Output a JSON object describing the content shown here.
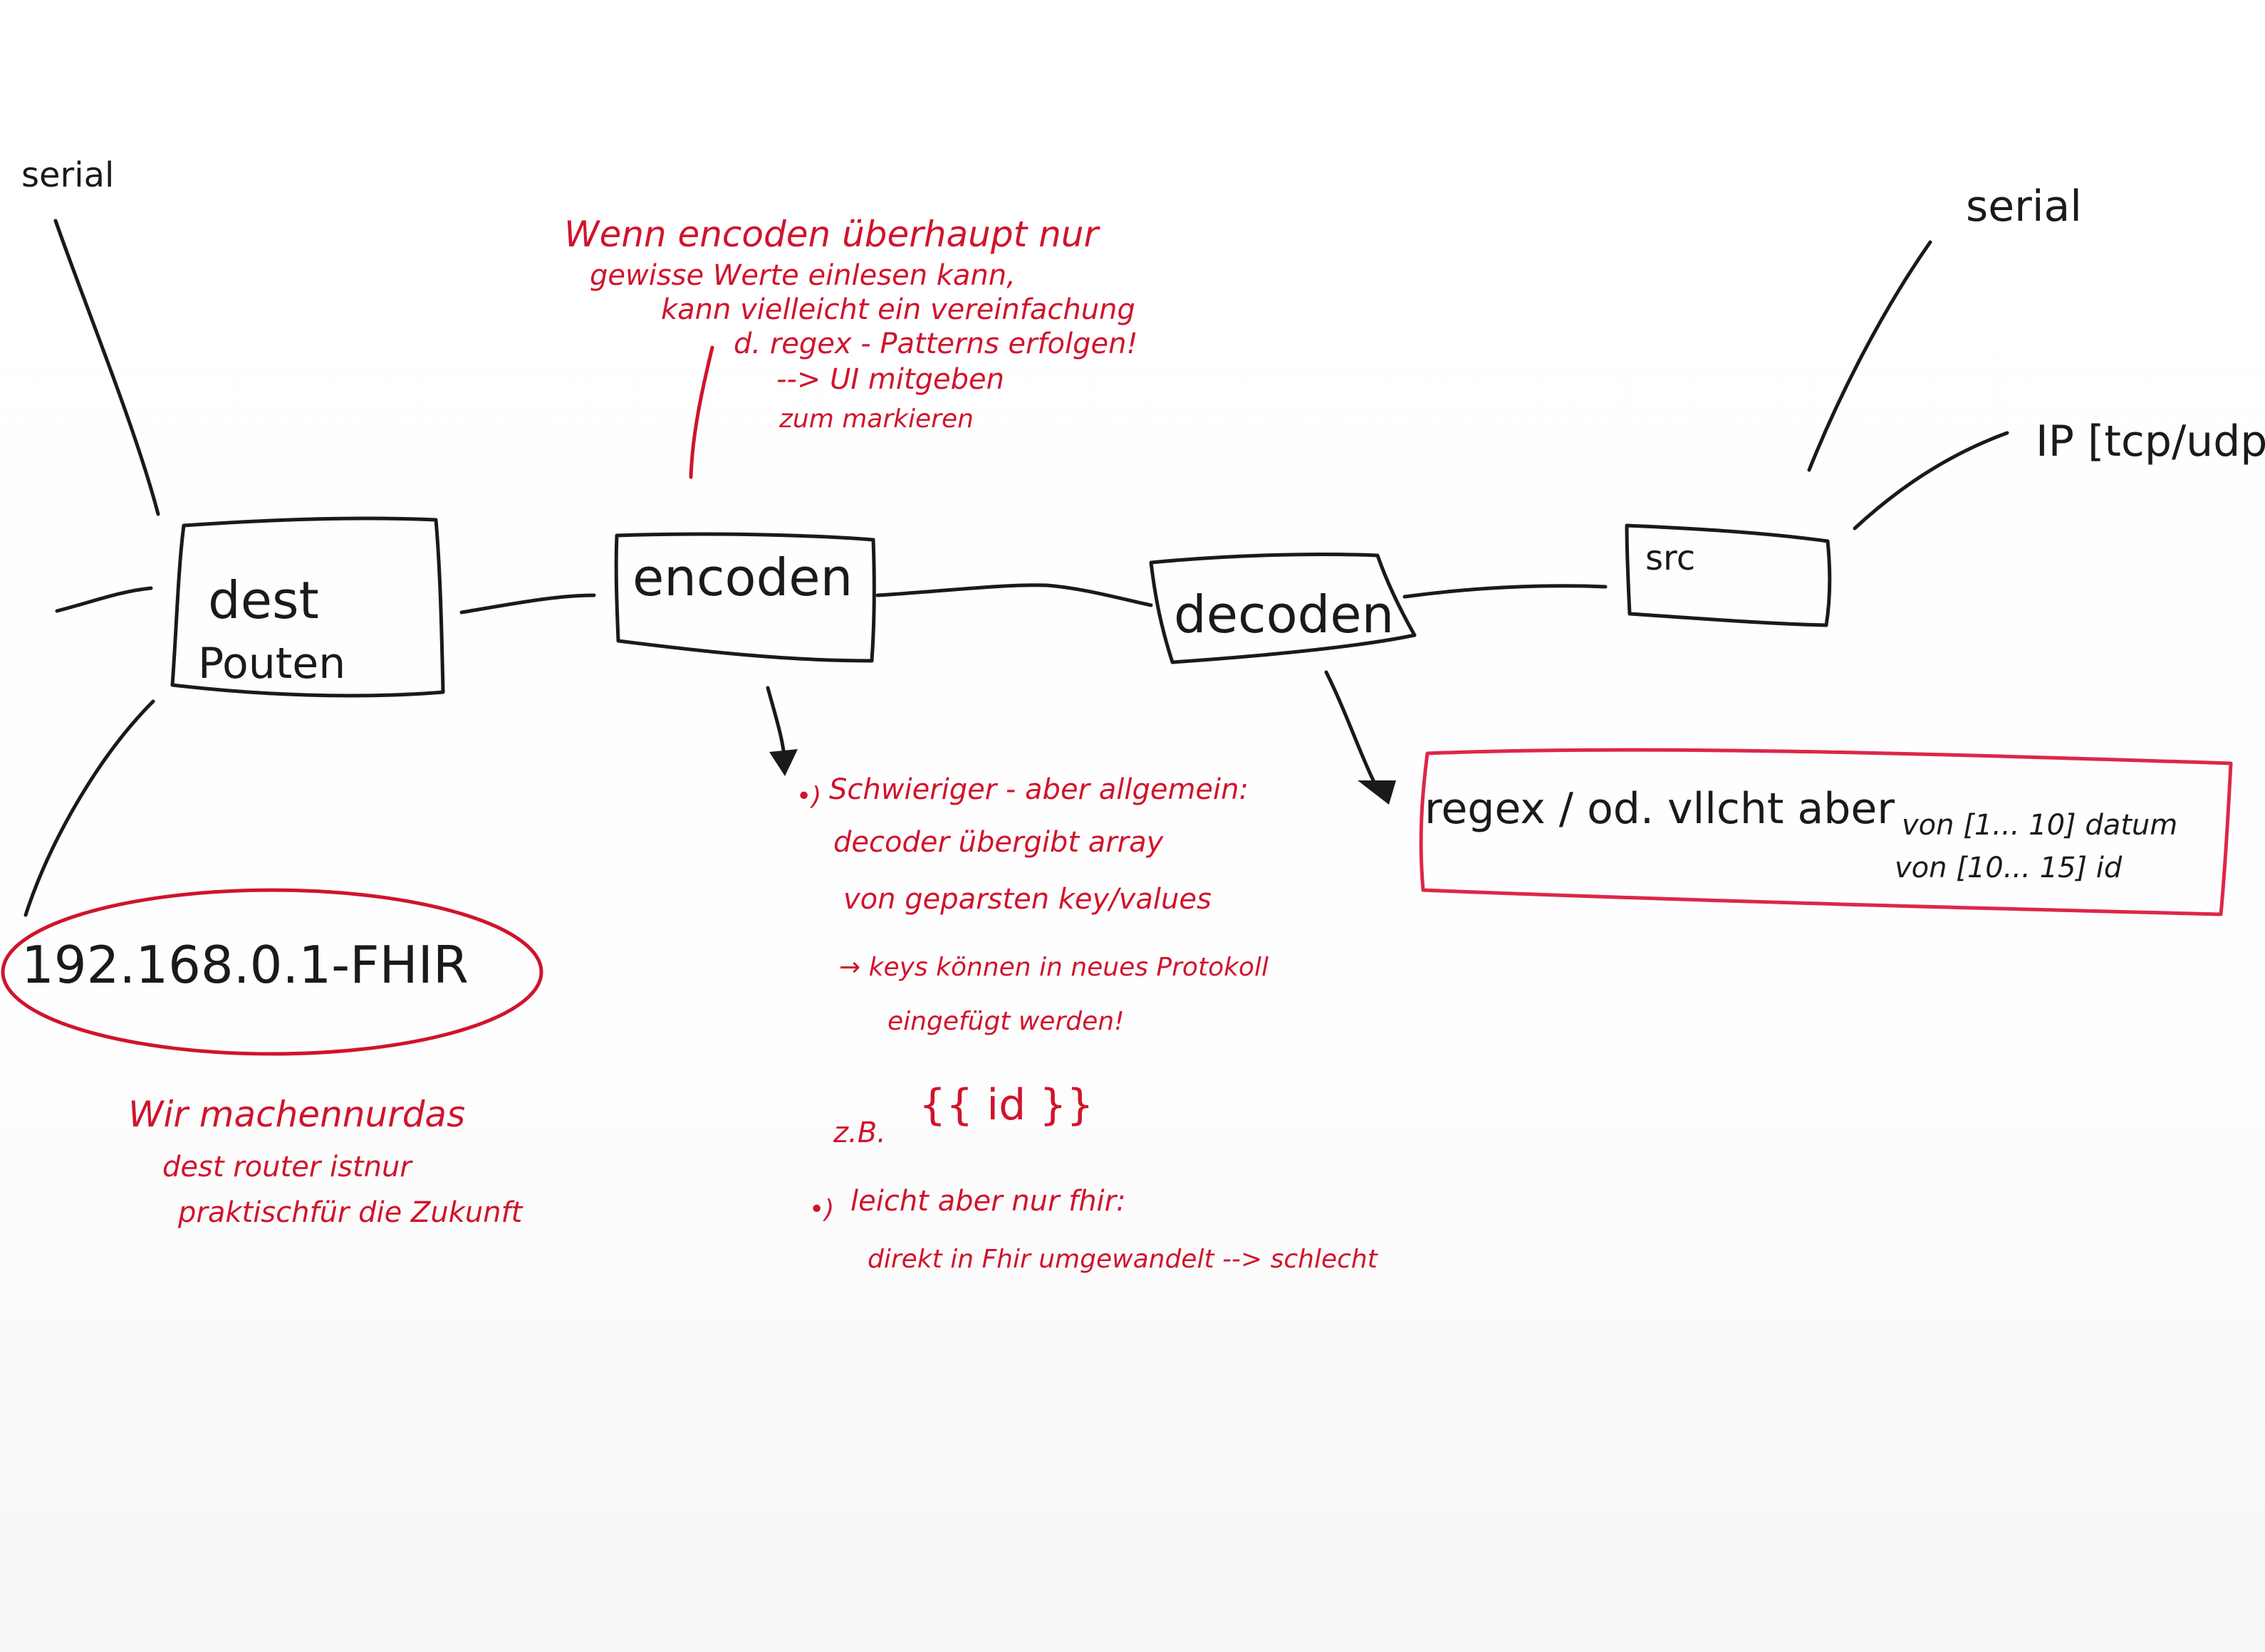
{
  "boxes": {
    "dest_router": {
      "line1": "dest",
      "line2": "Pouten"
    },
    "encoder": {
      "label": "encoden"
    },
    "decoder": {
      "label": "decoden"
    },
    "src": {
      "label": "src"
    }
  },
  "edge_labels": {
    "serial_left": "serial",
    "serial_right": "serial",
    "ip_right": "IP [tcp/udp]"
  },
  "ip_ellipse": {
    "text": "192.168.0.1-FHIR"
  },
  "notes": {
    "encoder_note": [
      "Wenn encoden überhaupt nur",
      "gewisse Werte einlesen kann,",
      "kann vielleicht ein vereinfachung",
      "d. regex - Patterns erfolgen!",
      "--> UI mitgeben",
      "zum markieren"
    ],
    "router_note": [
      "Wir machennurdas",
      "dest router istnur",
      "praktischfür die Zukunft"
    ],
    "middle_note": {
      "item1": [
        "Schwieriger - aber allgemein:",
        "decoder übergibt array",
        "von geparsten key/values"
      ],
      "arrow_line": [
        "→ keys können in neues Protokoll",
        "eingefügt werden!"
      ],
      "example_prefix": "z.B.",
      "example": "{{ id }}",
      "item2": [
        "leicht aber nur fhir:",
        "direkt in Fhir umgewandelt --> schlecht"
      ]
    },
    "regex_box": {
      "line1_left": "regex / od. vllcht aber",
      "line1_right": "von [1... 10] datum",
      "line2_right": "von [10... 15] id"
    }
  },
  "colors": {
    "ink": "#1a1a1a",
    "annotation_red": "#d0142c",
    "box_pink": "#dc2748"
  }
}
